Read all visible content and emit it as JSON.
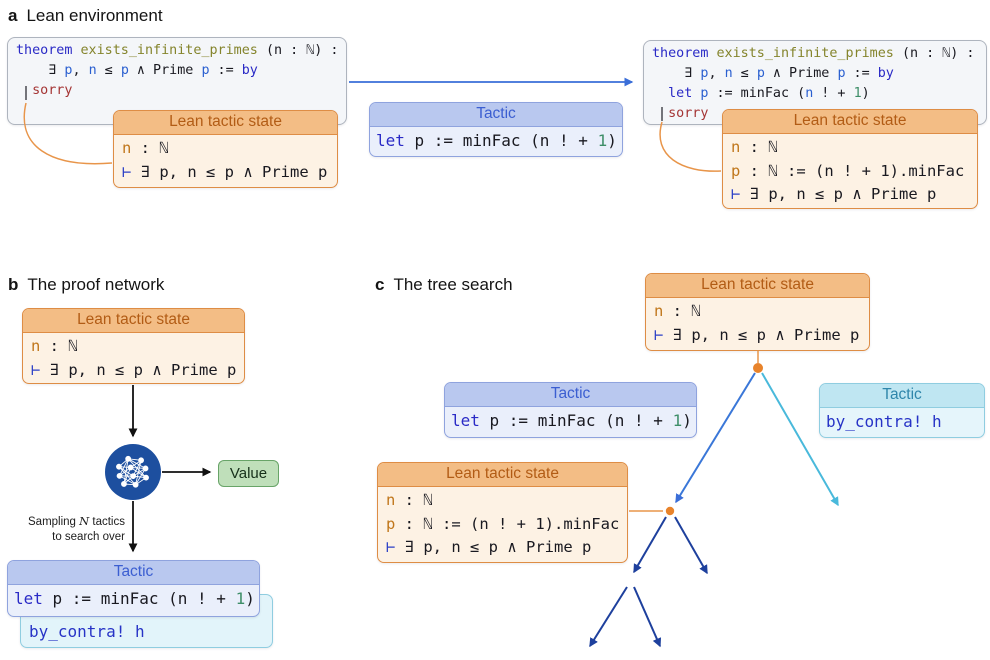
{
  "colors": {
    "accent_orange": "#de8d45",
    "accent_blue": "#3a6ed8",
    "accent_navy": "#1e409d",
    "accent_cyan": "#49b9db",
    "node_dot": "#e8832b",
    "network_circle": "#1d4f9f",
    "value_green": "#bfdfba"
  },
  "panel_a": {
    "label": "a",
    "title": "Lean environment",
    "code_left": {
      "lines": [
        [
          {
            "t": "theorem ",
            "c": "kw"
          },
          {
            "t": "exists_infinite_primes ",
            "c": "fn"
          },
          {
            "t": "(n : ℕ) :",
            "c": "df"
          }
        ],
        [
          {
            "t": "    ∃ ",
            "c": "df"
          },
          {
            "t": "p",
            "c": "v"
          },
          {
            "t": ", ",
            "c": "df"
          },
          {
            "t": "n",
            "c": "v"
          },
          {
            "t": " ≤ ",
            "c": "df"
          },
          {
            "t": "p",
            "c": "v"
          },
          {
            "t": " ∧ Prime ",
            "c": "df"
          },
          {
            "t": "p",
            "c": "v"
          },
          {
            "t": " := ",
            "c": "df"
          },
          {
            "t": "by",
            "c": "kw"
          }
        ],
        [
          {
            "t": "  ",
            "c": "df"
          },
          {
            "t": "sorry",
            "c": "err"
          }
        ]
      ]
    },
    "tactic_state_left": {
      "header": "Lean tactic state",
      "rows": [
        [
          {
            "t": "n",
            "c": "hy"
          },
          {
            "t": " : ℕ",
            "c": "df"
          }
        ],
        [
          {
            "t": "⊢",
            "c": "ts"
          },
          {
            "t": " ∃ p, n ≤ p ∧ Prime p",
            "c": "df"
          }
        ]
      ]
    },
    "tactic_mid": {
      "header": "Tactic",
      "body": [
        {
          "t": "let ",
          "c": "kw"
        },
        {
          "t": "p := minFac (n ! + ",
          "c": "df"
        },
        {
          "t": "1",
          "c": "num"
        },
        {
          "t": ")",
          "c": "df"
        }
      ]
    },
    "code_right": {
      "lines": [
        [
          {
            "t": "theorem ",
            "c": "kw"
          },
          {
            "t": "exists_infinite_primes ",
            "c": "fn"
          },
          {
            "t": "(n : ℕ) :",
            "c": "df"
          }
        ],
        [
          {
            "t": "    ∃ ",
            "c": "df"
          },
          {
            "t": "p",
            "c": "v"
          },
          {
            "t": ", ",
            "c": "df"
          },
          {
            "t": "n",
            "c": "v"
          },
          {
            "t": " ≤ ",
            "c": "df"
          },
          {
            "t": "p",
            "c": "v"
          },
          {
            "t": " ∧ Prime ",
            "c": "df"
          },
          {
            "t": "p",
            "c": "v"
          },
          {
            "t": " := ",
            "c": "df"
          },
          {
            "t": "by",
            "c": "kw"
          }
        ],
        [
          {
            "t": "  ",
            "c": "df"
          },
          {
            "t": "let ",
            "c": "kw"
          },
          {
            "t": "p",
            "c": "v"
          },
          {
            "t": " := minFac (",
            "c": "df"
          },
          {
            "t": "n",
            "c": "v"
          },
          {
            "t": " ! + ",
            "c": "df"
          },
          {
            "t": "1",
            "c": "num"
          },
          {
            "t": ")",
            "c": "df"
          }
        ],
        [
          {
            "t": "  ",
            "c": "df"
          },
          {
            "t": "sorry",
            "c": "err"
          }
        ]
      ]
    },
    "tactic_state_right": {
      "header": "Lean tactic state",
      "rows": [
        [
          {
            "t": "n",
            "c": "hy"
          },
          {
            "t": " : ℕ",
            "c": "df"
          }
        ],
        [
          {
            "t": "p",
            "c": "hy"
          },
          {
            "t": " : ℕ := (n ! + 1).minFac",
            "c": "df"
          }
        ],
        [
          {
            "t": "⊢",
            "c": "ts"
          },
          {
            "t": " ∃ p, n ≤ p ∧ Prime p",
            "c": "df"
          }
        ]
      ]
    }
  },
  "panel_b": {
    "label": "b",
    "title": "The proof network",
    "tactic_state": {
      "header": "Lean tactic state",
      "rows": [
        [
          {
            "t": "n",
            "c": "hy"
          },
          {
            "t": " : ℕ",
            "c": "df"
          }
        ],
        [
          {
            "t": "⊢",
            "c": "ts"
          },
          {
            "t": " ∃ p, n ≤ p ∧ Prime p",
            "c": "df"
          }
        ]
      ]
    },
    "value_label": "Value",
    "sampling_label": [
      [
        {
          "t": "Sampling ",
          "c": "lb"
        },
        {
          "t": "N",
          "c": "mathn"
        },
        {
          "t": " tactics",
          "c": "lb"
        }
      ],
      [
        {
          "t": "to search over",
          "c": "lb"
        }
      ]
    ],
    "tactic_front": {
      "header": "Tactic",
      "body": [
        {
          "t": "let ",
          "c": "kw"
        },
        {
          "t": "p := minFac (n ! + ",
          "c": "df"
        },
        {
          "t": "1",
          "c": "num"
        },
        {
          "t": ")",
          "c": "df"
        }
      ]
    },
    "tactic_back": {
      "body": [
        {
          "t": "by_contra! h",
          "c": "tac"
        }
      ]
    }
  },
  "panel_c": {
    "label": "c",
    "title": "The tree search",
    "tactic_state_root": {
      "header": "Lean tactic state",
      "rows": [
        [
          {
            "t": "n",
            "c": "hy"
          },
          {
            "t": " : ℕ",
            "c": "df"
          }
        ],
        [
          {
            "t": "⊢",
            "c": "ts"
          },
          {
            "t": " ∃ p, n ≤ p ∧ Prime p",
            "c": "df"
          }
        ]
      ]
    },
    "tactic_left": {
      "header": "Tactic",
      "body": [
        {
          "t": "let ",
          "c": "kw"
        },
        {
          "t": "p := minFac (n ! + ",
          "c": "df"
        },
        {
          "t": "1",
          "c": "num"
        },
        {
          "t": ")",
          "c": "df"
        }
      ]
    },
    "tactic_right": {
      "header": "Tactic",
      "body": [
        {
          "t": "by_contra! h",
          "c": "tac"
        }
      ]
    },
    "tactic_state_child": {
      "header": "Lean tactic state",
      "rows": [
        [
          {
            "t": "n",
            "c": "hy"
          },
          {
            "t": " : ℕ",
            "c": "df"
          }
        ],
        [
          {
            "t": "p",
            "c": "hy"
          },
          {
            "t": " : ℕ := (n ! + 1).minFac",
            "c": "df"
          }
        ],
        [
          {
            "t": "⊢",
            "c": "ts"
          },
          {
            "t": " ∃ p, n ≤ p ∧ Prime p",
            "c": "df"
          }
        ]
      ]
    }
  }
}
